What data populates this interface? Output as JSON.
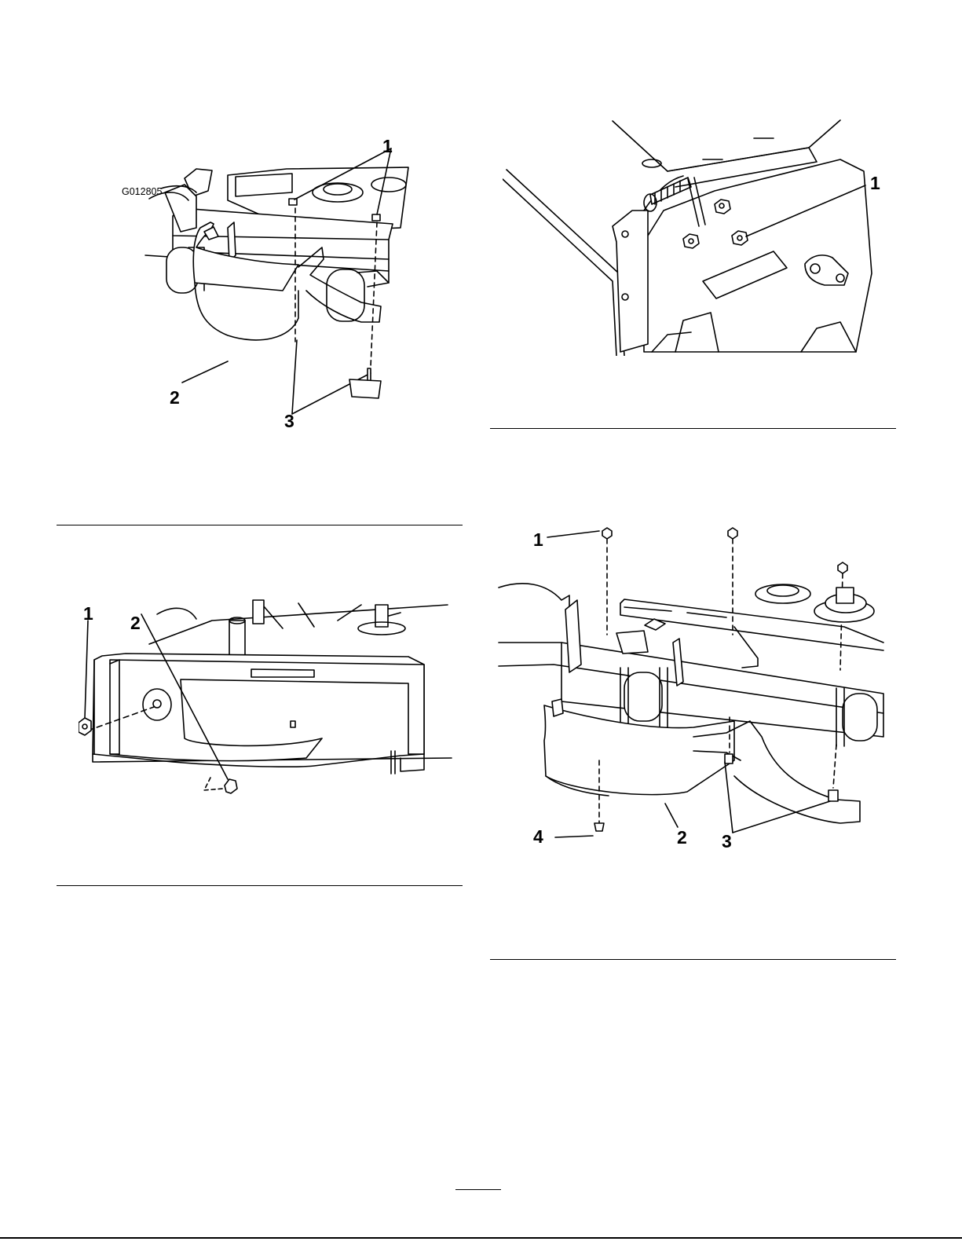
{
  "figures": [
    {
      "id": "figure-top-left",
      "figure_code": "G012805",
      "callouts": [
        "1",
        "2",
        "3"
      ]
    },
    {
      "id": "figure-top-right",
      "callouts": [
        "1"
      ]
    },
    {
      "id": "figure-middle-left",
      "callouts": [
        "1",
        "2"
      ]
    },
    {
      "id": "figure-middle-right",
      "callouts": [
        "1",
        "2",
        "3",
        "4"
      ]
    }
  ]
}
